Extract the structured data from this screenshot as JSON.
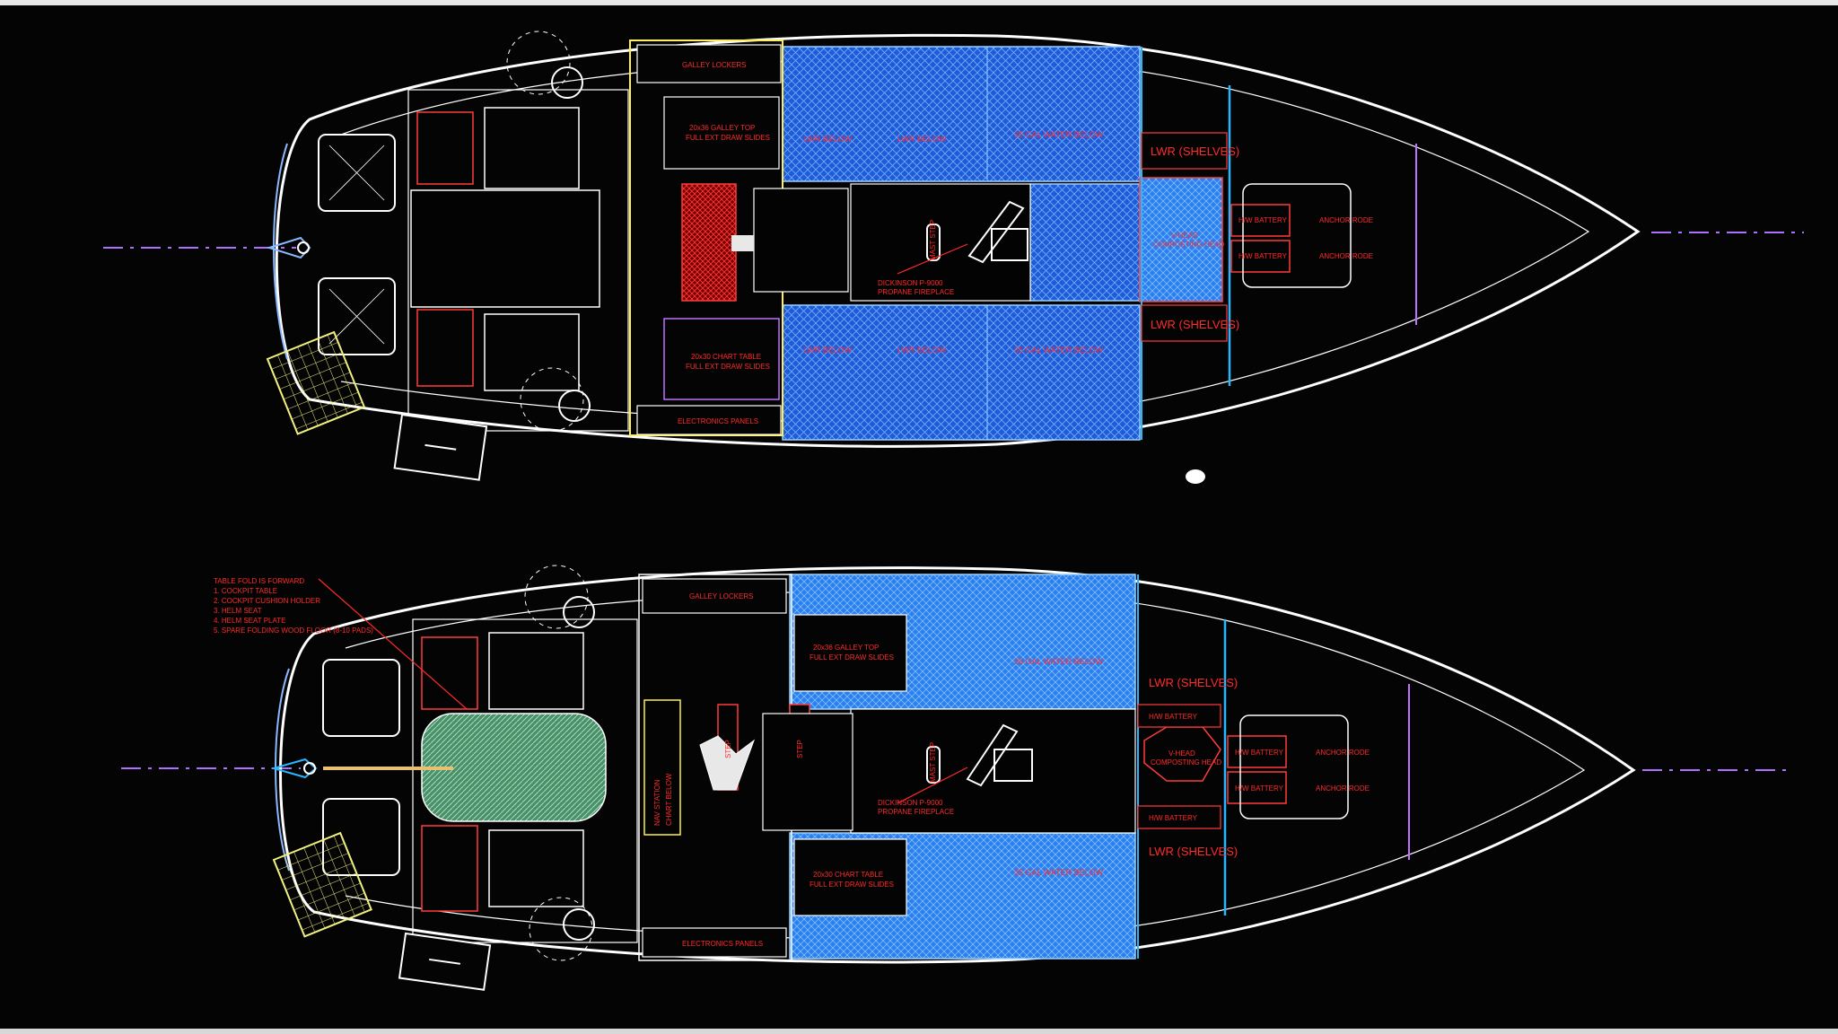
{
  "colors": {
    "background": "#050404",
    "hull": "#ffffff",
    "text": "#ff2a2a",
    "hatch": "#2a7fff",
    "frame_yellow": "#ffee55",
    "frame_cyan": "#29b6ff",
    "frame_magenta": "#c070ff",
    "centerline": "#b070ff"
  },
  "top_plan": {
    "galley_lockers": "GALLEY LOCKERS",
    "galley_top": "20x36 GALLEY TOP",
    "galley_slides": "FULL EXT DRAW SLIDES",
    "chart_table": "20x30 CHART TABLE",
    "chart_slides": "FULL EXT DRAW SLIDES",
    "electronics_panels": "ELECTRONICS PANELS",
    "lwr_below_1": "LWR BELOW",
    "lwr_below_2": "LWR BELOW",
    "lwr_below_3": "LWR BELOW",
    "lwr_below_4": "LWR BELOW",
    "water_tank_1": "35 GAL WATER BELOW",
    "water_tank_2": "35 GAL WATER BELOW",
    "lwr_shelves_1": "LWR (SHELVES)",
    "lwr_shelves_2": "LWR (SHELVES)",
    "head_label": "V-HEAD",
    "head_sub": "COMPOSTING HEAD",
    "hw_battery_1": "H/W BATTERY",
    "hw_battery_2": "H/W BATTERY",
    "anchor_rode_1": "ANCHOR RODE",
    "anchor_rode_2": "ANCHOR RODE",
    "fireplace_1": "DICKINSON P-9000",
    "fireplace_2": "PROPANE FIREPLACE",
    "mast_step": "MAST STEP"
  },
  "bottom_plan": {
    "galley_lockers": "GALLEY LOCKERS",
    "galley_top": "20x36 GALLEY TOP",
    "galley_slides": "FULL EXT DRAW SLIDES",
    "chart_table": "20x30 CHART TABLE",
    "chart_slides": "FULL EXT DRAW SLIDES",
    "electronics_panels": "ELECTRONICS PANELS",
    "water_tank_1": "35 GAL WATER BELOW",
    "water_tank_2": "35 GAL WATER BELOW",
    "lwr_shelves_1": "LWR (SHELVES)",
    "lwr_shelves_2": "LWR (SHELVES)",
    "head_label": "V-HEAD",
    "head_sub": "COMPOSTING HEAD",
    "hw_battery_1": "H/W BATTERY",
    "hw_battery_2": "H/W BATTERY",
    "hw_battery_3": "H/W BATTERY",
    "hw_battery_4": "H/W BATTERY",
    "anchor_rode_1": "ANCHOR RODE",
    "anchor_rode_2": "ANCHOR RODE",
    "fireplace_1": "DICKINSON P-9000",
    "fireplace_2": "PROPANE FIREPLACE",
    "mast_step": "MAST STEP",
    "nav_station": "NAV STATION",
    "nav_sub": "CHART BELOW",
    "step_1": "STEP",
    "step_2": "STEP",
    "callout_title": "TABLE FOLD IS FORWARD",
    "callout_line_1": "1. COCKPIT TABLE",
    "callout_line_2": "2. COCKPIT CUSHION HOLDER",
    "callout_line_3": "3. HELM SEAT",
    "callout_line_4": "4. HELM SEAT PLATE",
    "callout_line_5": "5. SPARE FOLDING WOOD FLOOR (8-10 PADS)"
  }
}
